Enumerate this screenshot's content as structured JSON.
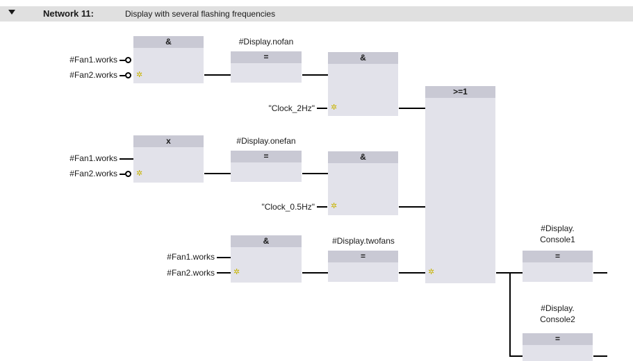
{
  "network": {
    "label": "Network 11:",
    "title": "Display with several flashing frequencies"
  },
  "ops": {
    "and": "&",
    "xor": "x",
    "assign": "=",
    "or": ">=1"
  },
  "signals": {
    "fan1": "#Fan1.works",
    "fan2": "#Fan2.works",
    "clock2": "\"Clock_2Hz\"",
    "clock05": "\"Clock_0.5Hz\"",
    "nofan": "#Display.nofan",
    "onefan": "#Display.onefan",
    "twofans": "#Display.twofans",
    "console1_a": "#Display.",
    "console1_b": "Console1",
    "console2_a": "#Display.",
    "console2_b": "Console2"
  },
  "glyphs": {
    "marker": "✲"
  },
  "colors": {
    "header_bg": "#e0e0e0",
    "box_bg": "#e2e2ea",
    "box_head": "#c9c9d4",
    "marker": "#c8b400"
  }
}
